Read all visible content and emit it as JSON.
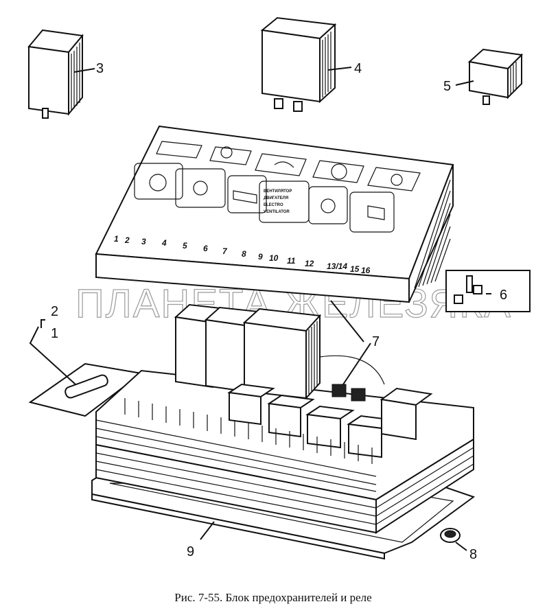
{
  "figure": {
    "caption": "Рис. 7-55. Блок предохранителей и реле",
    "watermark": "ПЛАНЕТА ЖЕЛЕЗЯКА"
  },
  "callouts": [
    "1",
    "2",
    "3",
    "4",
    "5",
    "6",
    "7",
    "8",
    "9"
  ],
  "cover_numbers": [
    "1",
    "2",
    "3",
    "4",
    "5",
    "6",
    "7",
    "8",
    "9",
    "10",
    "11",
    "12",
    "13/14",
    "15",
    "16"
  ],
  "cover_plate_text": [
    "ВЕНТИЛЯТОР",
    "ДВИГАТЕЛЯ",
    "ELECTRO",
    "VENTILATOR"
  ]
}
